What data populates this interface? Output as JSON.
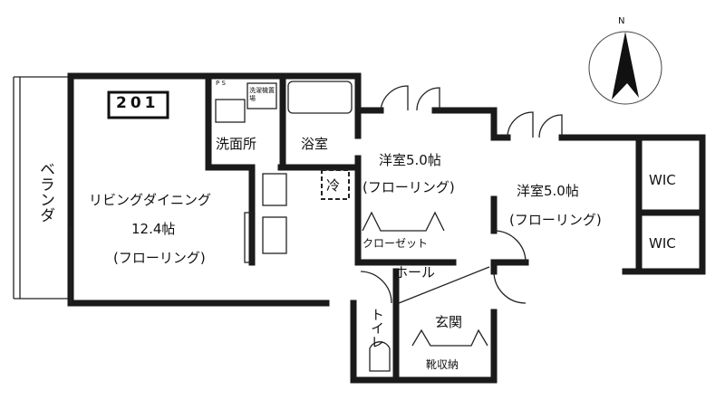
{
  "unit_number": "201",
  "rooms": {
    "balcony": "ベランダ",
    "living_name": "リビングダイニング",
    "living_size": "12.4帖",
    "living_floor": "(フローリング)",
    "washroom": "洗面所",
    "bathroom": "浴室",
    "ps": "P S",
    "laundry": "洗濯機置場",
    "fridge": "冷",
    "room1_name": "洋室5.0帖",
    "room1_floor": "(フローリング)",
    "closet": "クローゼット",
    "room2_name": "洋室5.0帖",
    "room2_floor": "(フローリング)",
    "wic1": "WIC",
    "wic2": "WIC",
    "hall": "ホール",
    "toilet": "トイレ",
    "entrance": "玄関",
    "shoe_storage": "靴収納"
  },
  "compass": {
    "label": "N"
  }
}
